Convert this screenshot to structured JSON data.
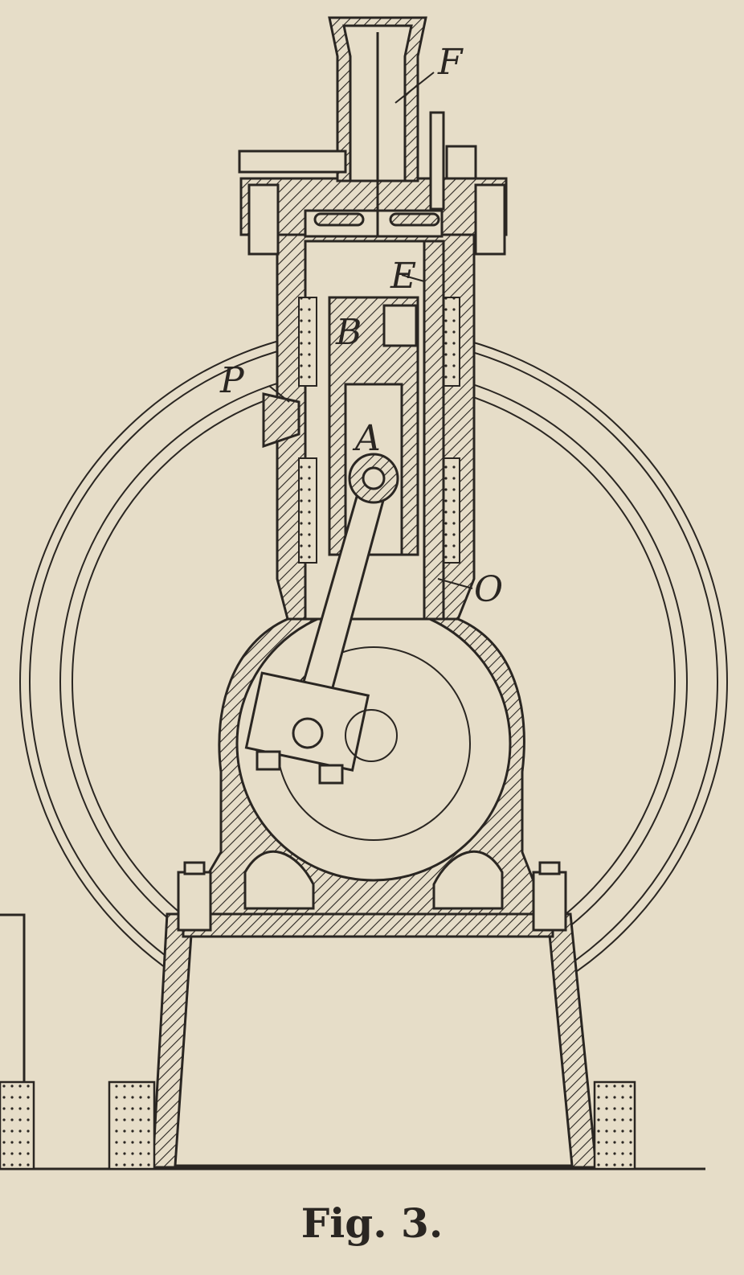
{
  "labels": {
    "F": "F",
    "E": "E",
    "B": "B",
    "P": "P",
    "A": "A",
    "O": "O"
  },
  "caption": "Fig. 3.",
  "colors": {
    "paper": "#e6ddc8",
    "ink": "#2a2622"
  }
}
